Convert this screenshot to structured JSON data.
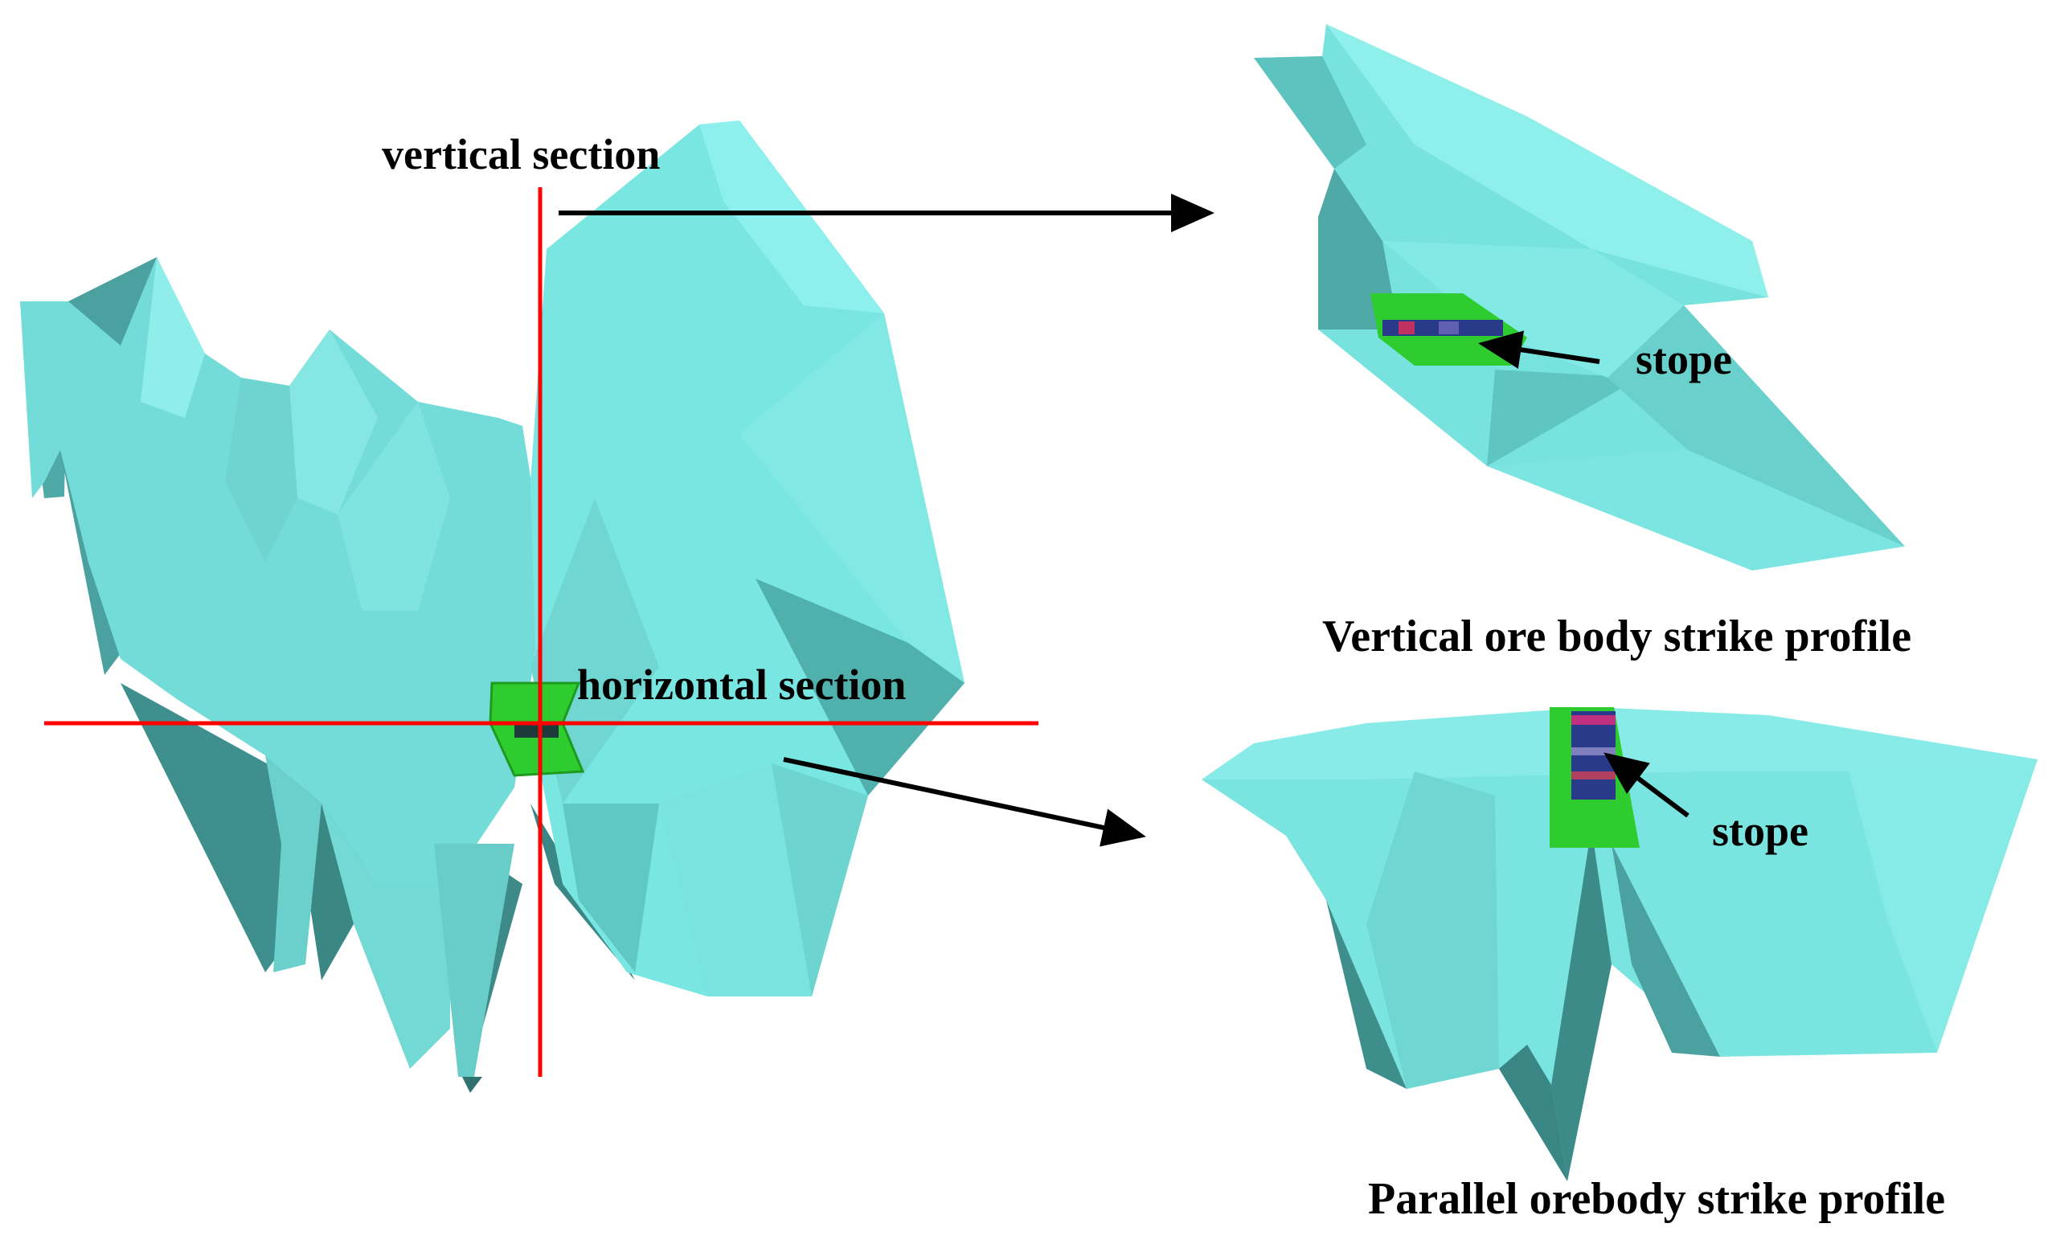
{
  "labels": {
    "vertical_section": "vertical section",
    "horizontal_section": "horizontal section",
    "stope_top": "stope",
    "stope_bottom": "stope",
    "vertical_profile": "Vertical ore body strike profile",
    "parallel_profile": "Parallel orebody strike profile"
  },
  "colors": {
    "orebody_light": "#7de8e3",
    "orebody_mid": "#5fcfcb",
    "orebody_dark": "#3b8f8d",
    "stope_green": "#2ecc2e",
    "section_line": "#ff0000",
    "arrow": "#000000"
  },
  "icons": {
    "section_arrow": "arrow-right-icon",
    "stope_pointer": "arrow-pointer-icon"
  }
}
